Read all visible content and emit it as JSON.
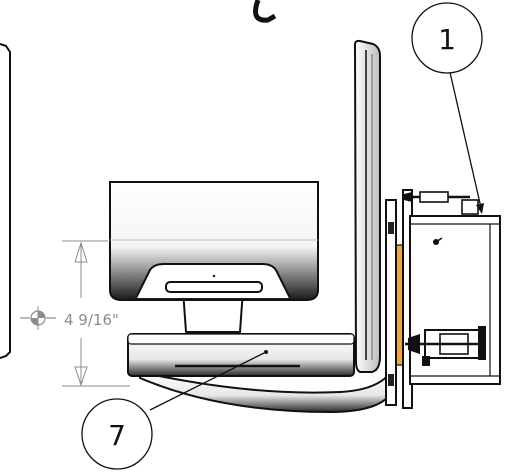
{
  "callouts": [
    {
      "number": "1"
    },
    {
      "number": "7"
    }
  ],
  "dimension": {
    "value": "4 9/16\""
  },
  "colors": {
    "line": "#111111",
    "accent": "#f2a33a",
    "dimension": "#8c8c8c"
  }
}
